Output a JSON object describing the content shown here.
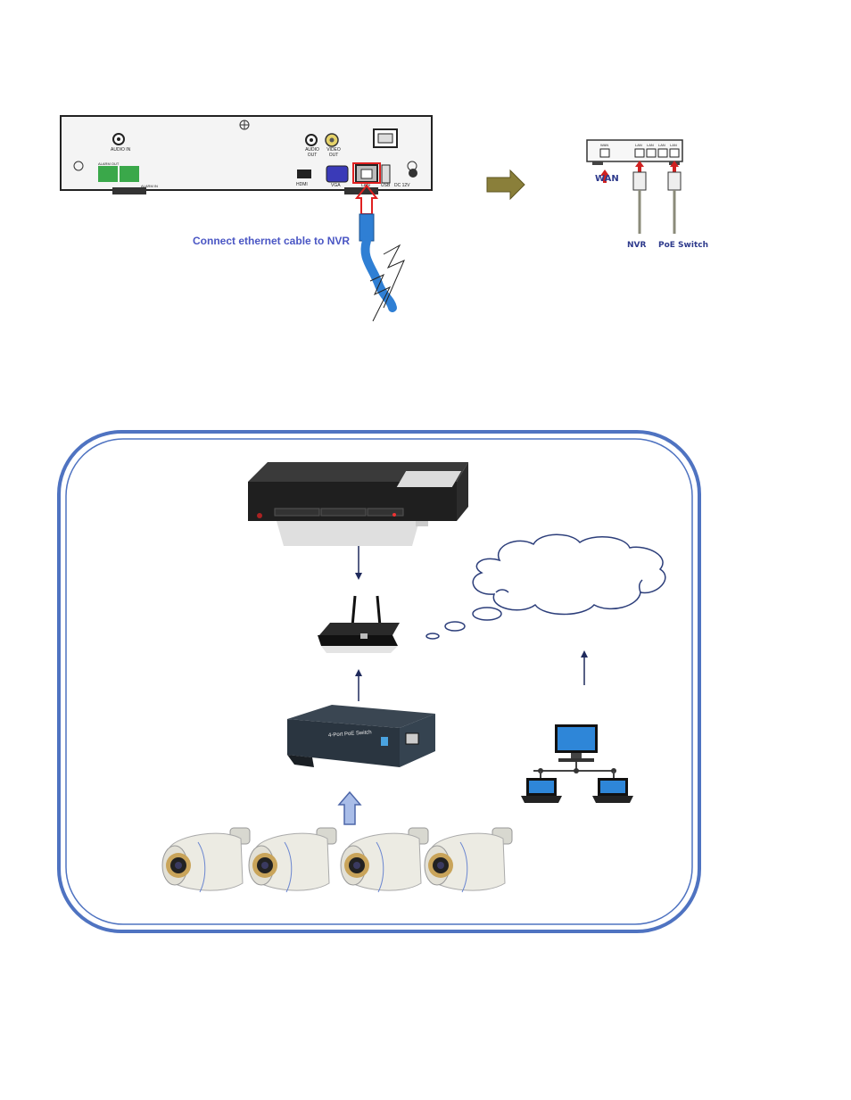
{
  "nvr_back_panel": {
    "caption": "Connect ethernet cable to NVR",
    "ports": {
      "audio_in": "AUDIO IN",
      "audio_out": "AUDIO OUT",
      "video_out": "VIDEO OUT",
      "hdmi": "HDMI",
      "vga": "VGA",
      "lan": "LAN",
      "usb": "USB",
      "dc": "DC 12V",
      "alarm_out": "ALARM OUT",
      "alarm_in": "ALARM IN"
    }
  },
  "router_panel": {
    "wan_port": "WAN",
    "lan_ports": [
      "LAN",
      "LAN",
      "LAN",
      "LAN"
    ],
    "wan_label": "WAN",
    "nvr_label": "NVR",
    "poe_label": "PoE Switch"
  },
  "network_diagram": {
    "poe_switch_label": "4-Port PoE Switch",
    "camera_count": 4
  },
  "colors": {
    "caption_blue": "#4a56c4",
    "label_navy": "#2e3a8c",
    "frame_blue": "#4f73c1",
    "arrow_olive": "#8a7f3a",
    "cable_blue": "#2f7fd4",
    "red_outline": "#e02020"
  }
}
